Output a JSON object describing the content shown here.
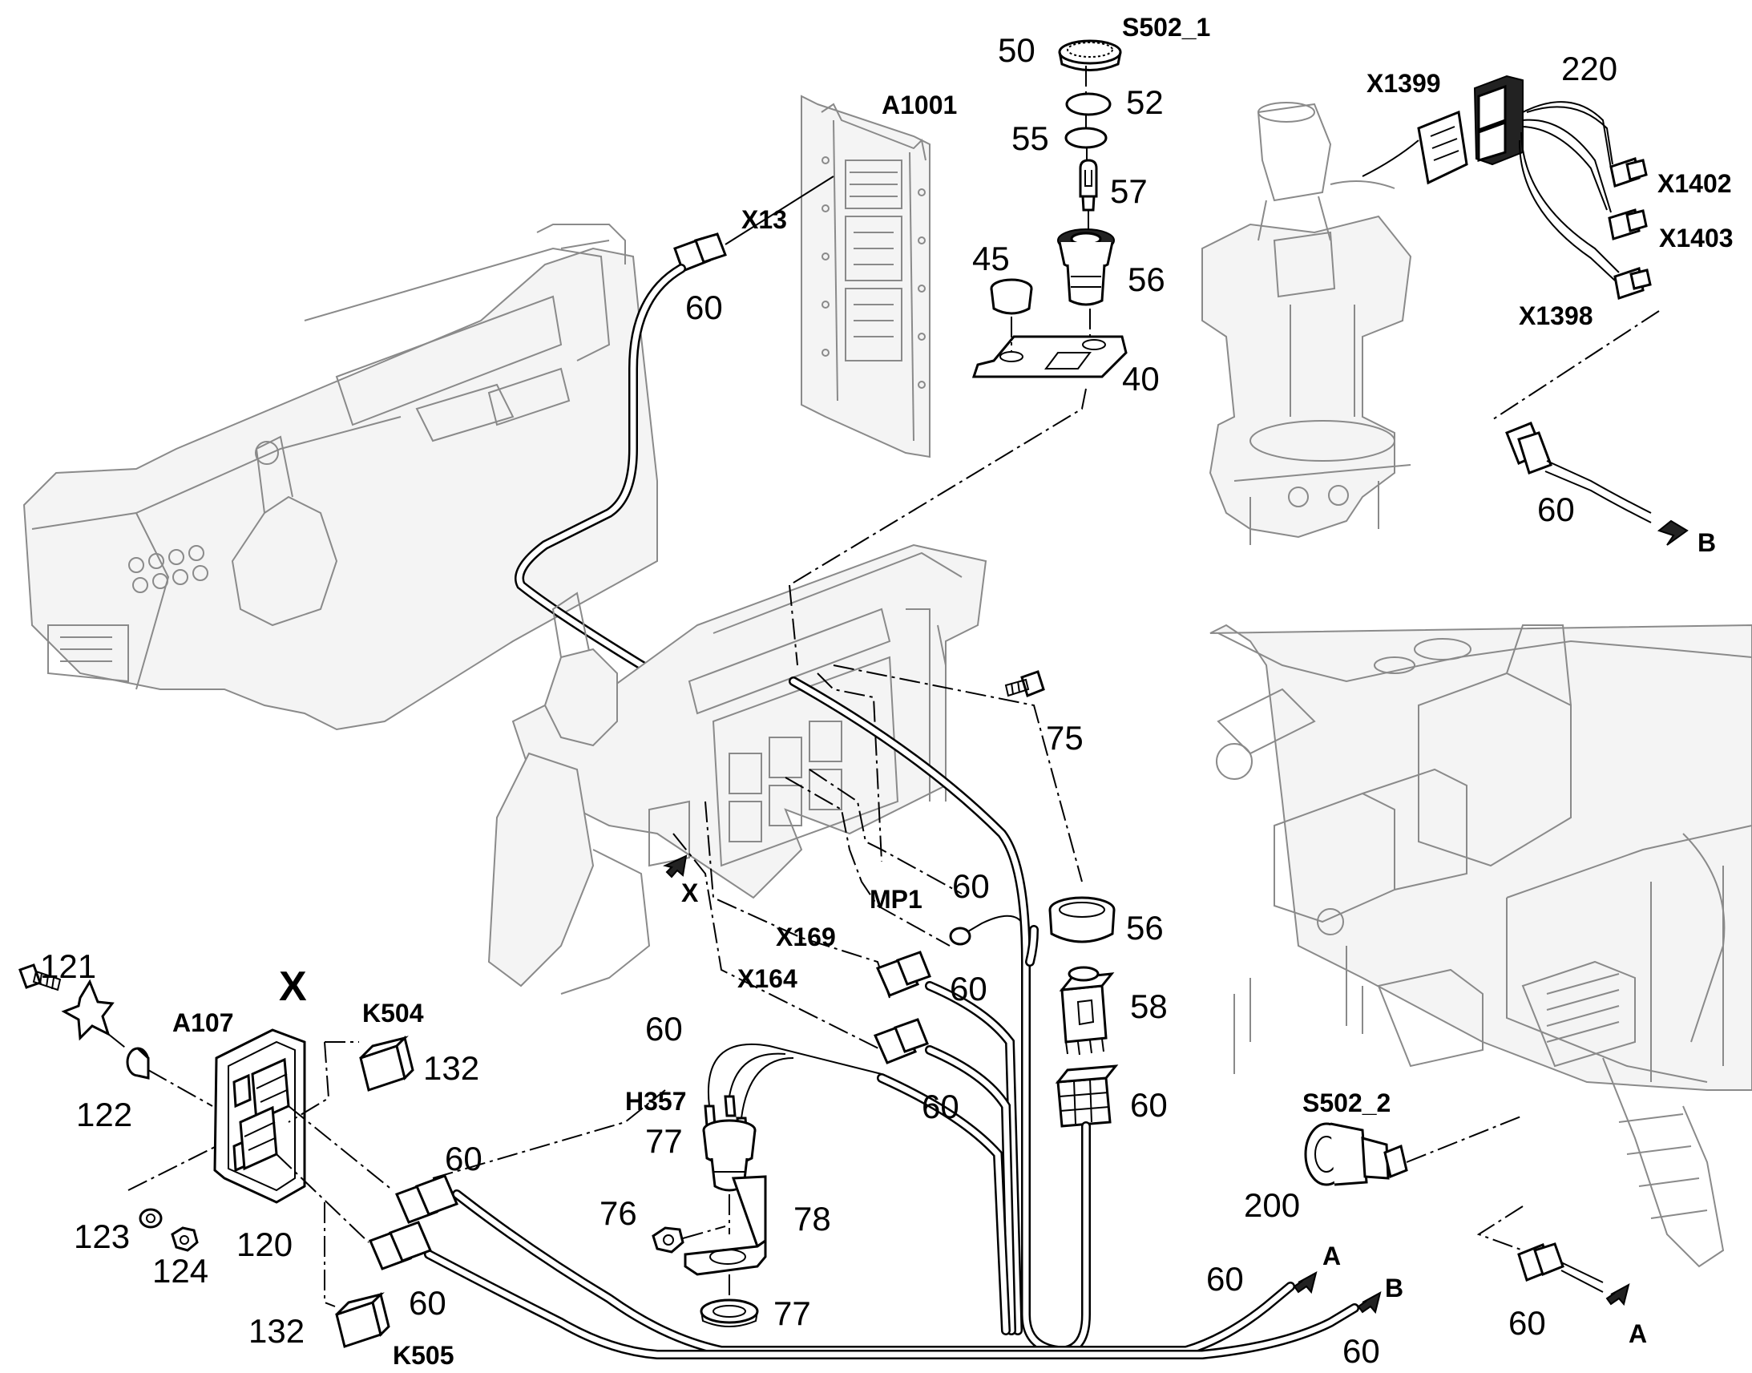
{
  "labels": {
    "s502_1": "S502_1",
    "p50": "50",
    "p52": "52",
    "p55": "55",
    "p57": "57",
    "p45": "45",
    "p56a": "56",
    "p40": "40",
    "a1001": "A1001",
    "x13": "X13",
    "p60_x13": "60",
    "x1399": "X1399",
    "p220": "220",
    "x1402": "X1402",
    "x1403": "X1403",
    "x1398": "X1398",
    "p60_x1398": "60",
    "arrow_b_top": "B",
    "p75": "75",
    "mp1": "MP1",
    "p60_mp1": "60",
    "p56b": "56",
    "p58": "58",
    "p60_58": "60",
    "x169": "X169",
    "p60_x169": "60",
    "x164": "X164",
    "p60_x164": "60",
    "p60_h357": "60",
    "h357": "H357",
    "p77a": "77",
    "p76": "76",
    "p78": "78",
    "p77b": "77",
    "x_detail": "X",
    "x_ref": "X",
    "p121": "121",
    "p122": "122",
    "a107": "A107",
    "k504": "K504",
    "p132a": "132",
    "p60_a107a": "60",
    "p123": "123",
    "p124": "124",
    "p120": "120",
    "p60_a107b": "60",
    "p132b": "132",
    "k505": "K505",
    "s502_2": "S502_2",
    "p200": "200",
    "p60_cableA": "60",
    "arrow_a_mid": "A",
    "arrow_b_mid": "B",
    "p60_cableB": "60",
    "p60_bottomright": "60",
    "arrow_a_bottom": "A"
  }
}
